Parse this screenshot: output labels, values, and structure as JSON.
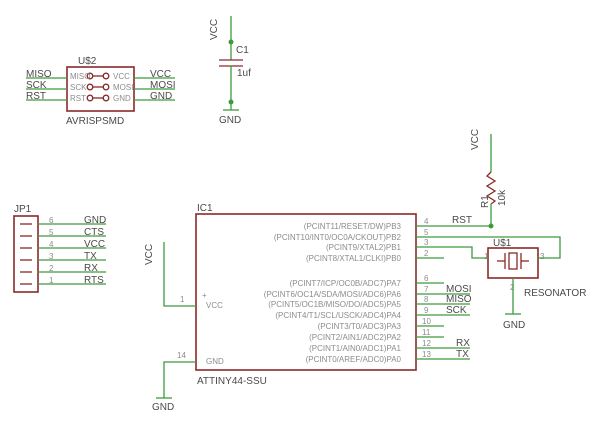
{
  "isp": {
    "ref": "U$2",
    "value": "AVRISPSMD",
    "left_pins": [
      "MISO",
      "SCK",
      "RST"
    ],
    "right_pins": [
      "VCC",
      "MOSI",
      "GND"
    ],
    "left_nets": [
      "MISO",
      "SCK",
      "RST"
    ],
    "right_nets": [
      "VCC",
      "MOSI",
      "GND"
    ]
  },
  "cap": {
    "ref": "C1",
    "value": "1uf",
    "top_net": "VCC",
    "bottom_net": "GND"
  },
  "header": {
    "ref": "JP1",
    "pin_numbers": [
      "6",
      "5",
      "4",
      "3",
      "2",
      "1"
    ],
    "nets": [
      "GND",
      "CTS",
      "VCC",
      "TX",
      "RX",
      "RTS"
    ]
  },
  "resistor": {
    "ref": "R1",
    "value": "10k",
    "net": "VCC"
  },
  "resonator": {
    "ref": "U$1",
    "value": "RESONATOR",
    "pins": [
      "1",
      "2",
      "3"
    ],
    "gnd": "GND"
  },
  "mcu": {
    "ref": "IC1",
    "value": "ATTINY44-SSU",
    "left_pins": [
      {
        "name": "VCC",
        "num": "1",
        "net": "VCC"
      },
      {
        "name": "GND",
        "num": "14",
        "net": "GND"
      }
    ],
    "plus_sign": "+",
    "right_pins": [
      {
        "name": "(PCINT11/RESET/DW)PB3",
        "num": "4",
        "net": "RST"
      },
      {
        "name": "(PCINT10/INT0/OC0A/CKOUT)PB2",
        "num": "5",
        "net": ""
      },
      {
        "name": "(PCINT9/XTAL2)PB1",
        "num": "3",
        "net": ""
      },
      {
        "name": "(PCINT8/XTAL1/CLKI)PB0",
        "num": "2",
        "net": ""
      },
      {
        "name": "(PCINT7/ICP/OC0B/ADC7)PA7",
        "num": "6",
        "net": ""
      },
      {
        "name": "(PCINT6/OC1A/SDA/MOSI/ADC6)PA6",
        "num": "7",
        "net": "MOSI"
      },
      {
        "name": "(PCINT5/OC1B/MISO/DO/ADC5)PA5",
        "num": "8",
        "net": "MISO"
      },
      {
        "name": "(PCINT4/T1/SCL/USCK/ADC4)PA4",
        "num": "9",
        "net": "SCK"
      },
      {
        "name": "(PCINT3/T0/ADC3)PA3",
        "num": "10",
        "net": ""
      },
      {
        "name": "(PCINT2/AIN1/ADC2)PA2",
        "num": "11",
        "net": ""
      },
      {
        "name": "(PCINT1/AIN0/ADC1)PA1",
        "num": "12",
        "net": "RX"
      },
      {
        "name": "(PCINT0/AREF/ADC0)PA0",
        "num": "13",
        "net": "TX"
      }
    ]
  },
  "supply": {
    "mcu_vcc": "VCC",
    "mcu_gnd": "GND"
  }
}
